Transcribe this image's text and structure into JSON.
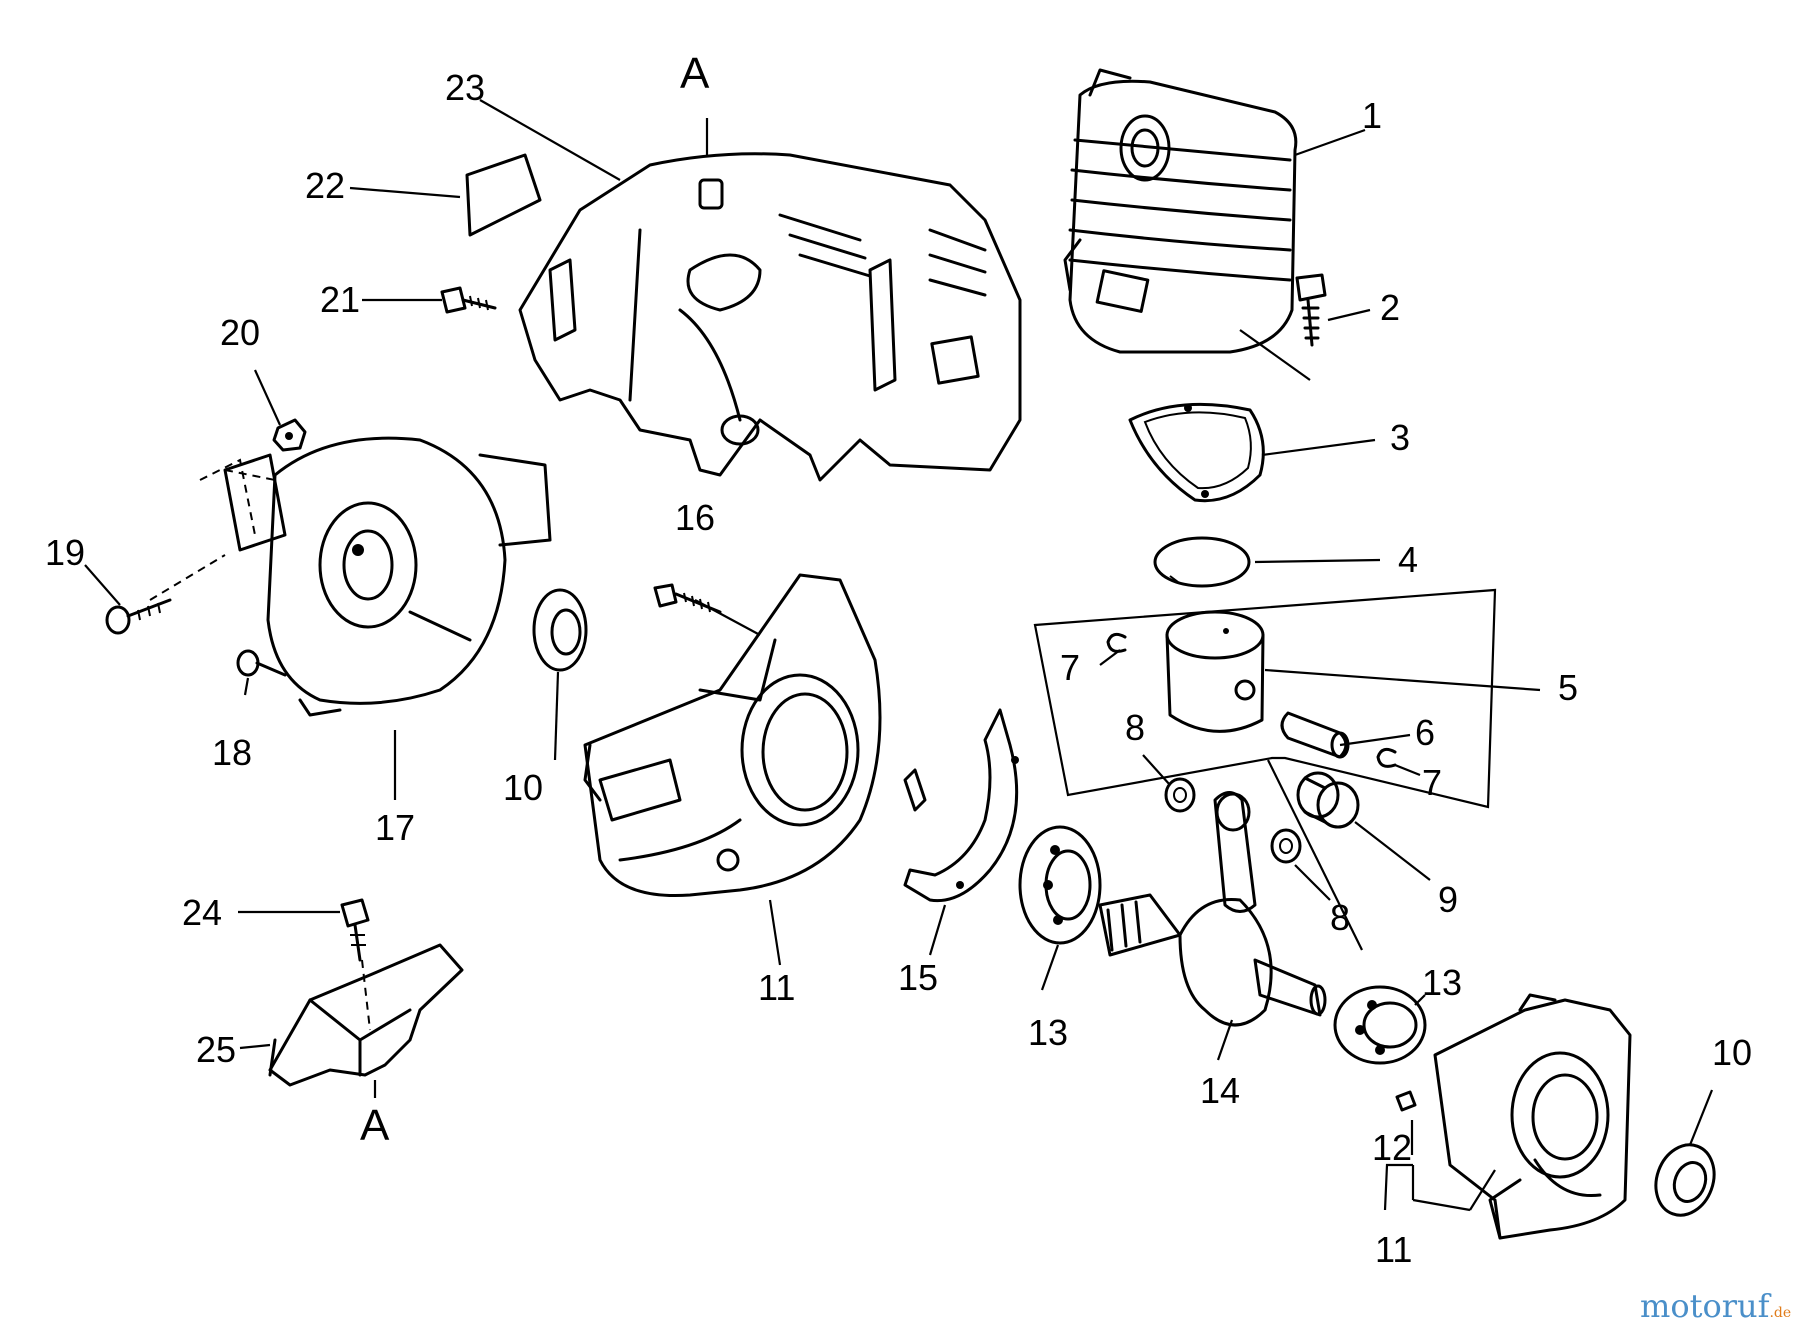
{
  "diagram": {
    "section_labels": {
      "top": "A",
      "bottom": "A"
    },
    "callouts": [
      {
        "id": "c1",
        "text": "1"
      },
      {
        "id": "c2",
        "text": "2"
      },
      {
        "id": "c3",
        "text": "3"
      },
      {
        "id": "c4",
        "text": "4"
      },
      {
        "id": "c5",
        "text": "5"
      },
      {
        "id": "c6",
        "text": "6"
      },
      {
        "id": "c7a",
        "text": "7"
      },
      {
        "id": "c7b",
        "text": "7"
      },
      {
        "id": "c8a",
        "text": "8"
      },
      {
        "id": "c8b",
        "text": "8"
      },
      {
        "id": "c9",
        "text": "9"
      },
      {
        "id": "c10a",
        "text": "10"
      },
      {
        "id": "c10b",
        "text": "10"
      },
      {
        "id": "c11a",
        "text": "11"
      },
      {
        "id": "c11b",
        "text": "11"
      },
      {
        "id": "c12",
        "text": "12"
      },
      {
        "id": "c13a",
        "text": "13"
      },
      {
        "id": "c13b",
        "text": "13"
      },
      {
        "id": "c14",
        "text": "14"
      },
      {
        "id": "c15",
        "text": "15"
      },
      {
        "id": "c16",
        "text": "16"
      },
      {
        "id": "c17",
        "text": "17"
      },
      {
        "id": "c18",
        "text": "18"
      },
      {
        "id": "c19",
        "text": "19"
      },
      {
        "id": "c20",
        "text": "20"
      },
      {
        "id": "c21",
        "text": "21"
      },
      {
        "id": "c22",
        "text": "22"
      },
      {
        "id": "c23",
        "text": "23"
      },
      {
        "id": "c24",
        "text": "24"
      },
      {
        "id": "c25",
        "text": "25"
      }
    ]
  },
  "watermark": {
    "brand": "motoruf",
    "suffix": ".de"
  },
  "colors": {
    "watermark_main": "#4a8fc9",
    "watermark_accent": "#e07b1a",
    "ink": "#000000"
  }
}
